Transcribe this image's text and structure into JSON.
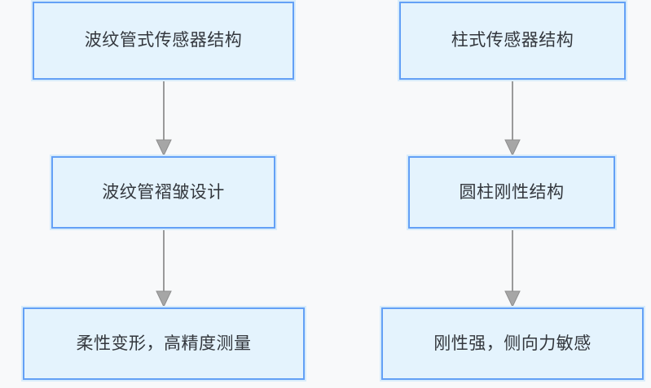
{
  "diagram": {
    "type": "flowchart",
    "orientation": "top-down",
    "background_color": "#f8f9fa",
    "node_fill_color": "#e4f3fd",
    "node_border_color": "#63a0f6",
    "node_text_color": "#33373d",
    "edge_color": "#9a9a9a",
    "columns": [
      {
        "id": "bellows-column",
        "nodes": [
          {
            "id": "bellows-sensor-structure",
            "label": "波纹管式传感器结构"
          },
          {
            "id": "bellows-fold-design",
            "label": "波纹管褶皱设计"
          },
          {
            "id": "flexible-deformation",
            "label": "柔性变形，高精度测量"
          }
        ]
      },
      {
        "id": "column-column",
        "nodes": [
          {
            "id": "column-sensor-structure",
            "label": "柱式传感器结构"
          },
          {
            "id": "cylinder-rigid-structure",
            "label": "圆柱刚性结构"
          },
          {
            "id": "high-rigidity",
            "label": "刚性强，侧向力敏感"
          }
        ]
      }
    ],
    "edges": [
      {
        "id": "edge-1",
        "from": "bellows-sensor-structure",
        "to": "bellows-fold-design",
        "label": ""
      },
      {
        "id": "edge-2",
        "from": "bellows-fold-design",
        "to": "flexible-deformation",
        "label": ""
      },
      {
        "id": "edge-3",
        "from": "column-sensor-structure",
        "to": "cylinder-rigid-structure",
        "label": ""
      },
      {
        "id": "edge-4",
        "from": "cylinder-rigid-structure",
        "to": "high-rigidity",
        "label": ""
      }
    ]
  }
}
